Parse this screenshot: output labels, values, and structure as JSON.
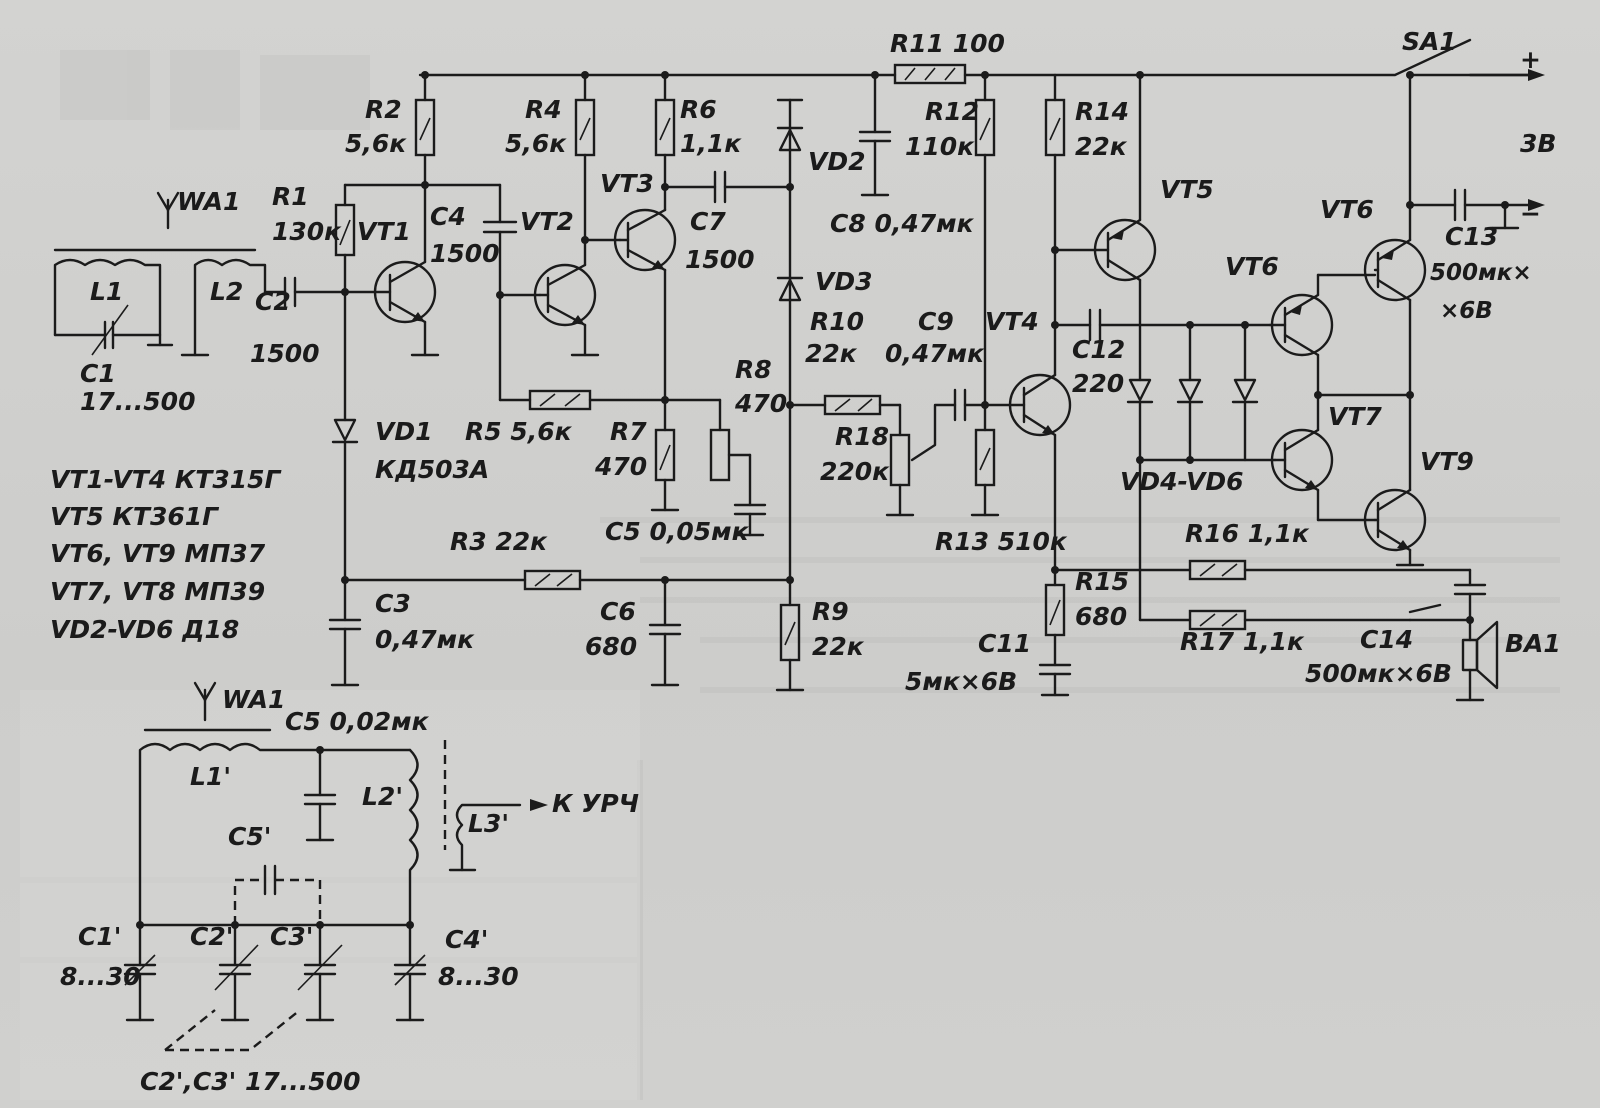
{
  "labels": {
    "wa1": "WA1",
    "l1": "L1",
    "l2": "L2",
    "c1": "C1",
    "c1_val": "17...500",
    "r1": "R1",
    "r1_val": "130к",
    "r2": "R2",
    "r2_val": "5,6к",
    "c2": "C2",
    "c2_val": "1500",
    "vt1": "VT1",
    "c4": "C4",
    "c4_val": "1500",
    "vt2": "VT2",
    "r4": "R4",
    "r4_val": "5,6к",
    "r6": "R6",
    "r6_val": "1,1к",
    "vt3": "VT3",
    "c7": "C7",
    "c7_val": "1500",
    "vd2": "VD2",
    "vd3": "VD3",
    "r11": "R11 100",
    "c8": "C8 0,47мк",
    "r12": "R12",
    "r12_val": "110к",
    "r14": "R14",
    "r14_val": "22к",
    "vt5": "VT5",
    "sa1": "SA1",
    "plus": "+",
    "minus": "−",
    "v3": "3В",
    "vt6a": "VT6",
    "vt6b": "VT6",
    "c13": "C13",
    "c13_val1": "500мк×",
    "c13_val2": "×6В",
    "r10": "R10",
    "r10_val": "22к",
    "c9": "C9",
    "c9_val": "0,47мк",
    "vt4": "VT4",
    "c12": "C12",
    "c12_val": "220",
    "r5": "R5 5,6к",
    "r7": "R7",
    "r7_val": "470",
    "r8": "R8",
    "r8_val": "470",
    "r18": "R18",
    "r18_val": "220к",
    "vt7": "VT7",
    "vt9": "VT9",
    "vd1": "VD1",
    "vd1_val": "КД503А",
    "vd4_vd6": "VD4-VD6",
    "c5": "C5 0,05мк",
    "r13": "R13 510к",
    "r16": "R16 1,1к",
    "r3": "R3 22к",
    "c6": "C6",
    "c6_val": "680",
    "r9": "R9",
    "r9_val": "22к",
    "r15": "R15",
    "r15_val": "680",
    "r17": "R17 1,1к",
    "c3": "C3",
    "c3_val": "0,47мк",
    "c11": "C11",
    "c11_val": "5мк×6В",
    "c14": "C14",
    "c14_val": "500мк×6В",
    "ba1": "BA1",
    "parts1": "VT1-VT4  КТ315Г",
    "parts2": "VT5  КТ361Г",
    "parts3": "VT6, VT9  МП37",
    "parts4": "VT7, VT8  МП39",
    "parts5": "VD2-VD6  Д18"
  },
  "inset": {
    "wa1": "WA1",
    "c5": "C5 0,02мк",
    "l1": "L1'",
    "l2": "L2'",
    "l3": "L3'",
    "to_rf": "К УРЧ",
    "c5p": "C5'",
    "c1": "C1'",
    "c1_val": "8...30",
    "c2": "C2'",
    "c3": "C3'",
    "c4": "C4'",
    "c4_val": "8...30",
    "c23_val": "C2',C3'  17...500"
  }
}
